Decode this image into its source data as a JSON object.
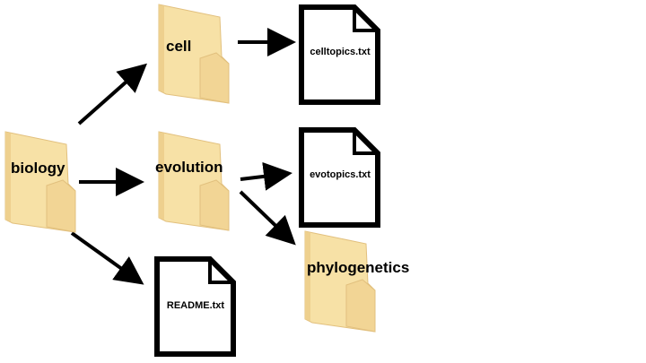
{
  "folders": {
    "biology": "biology",
    "cell": "cell",
    "evolution": "evolution",
    "phylogenetics": "phylogenetics"
  },
  "files": {
    "celltopics": "celltopics.txt",
    "evotopics": "evotopics.txt",
    "readme": "README.txt"
  },
  "colors": {
    "folder_fill": "#F7E1A6",
    "folder_shade": "#E8C57C",
    "file_stroke": "#000000",
    "arrow": "#000000"
  }
}
